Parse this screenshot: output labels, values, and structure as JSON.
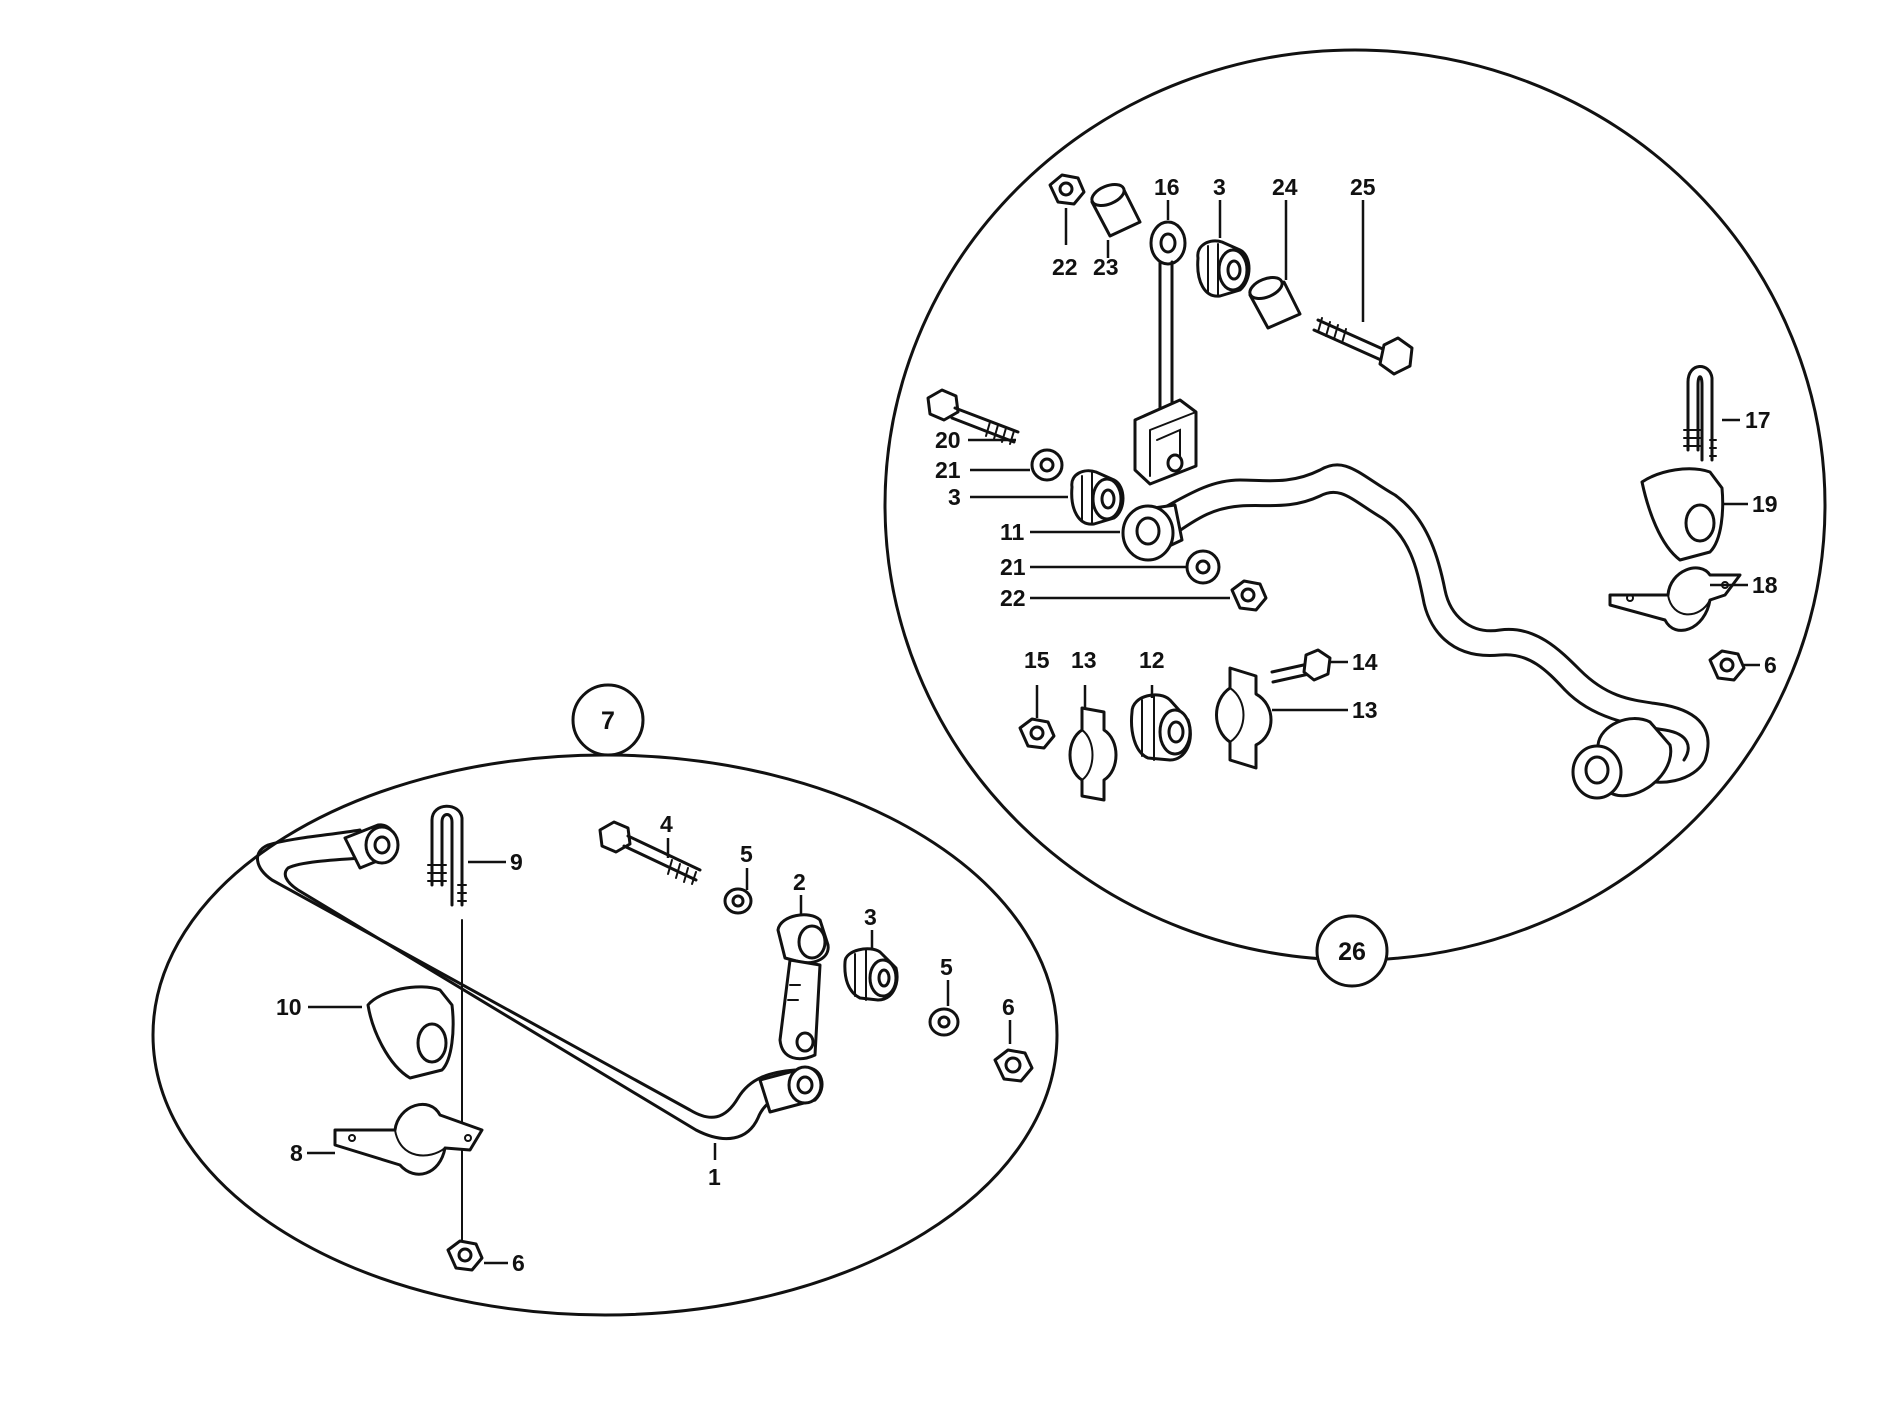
{
  "diagram": {
    "views": [
      {
        "id": "view-7",
        "badge": "7",
        "callouts": [
          "1",
          "2",
          "3",
          "4",
          "5",
          "5",
          "6",
          "6",
          "8",
          "9",
          "10"
        ]
      },
      {
        "id": "view-26",
        "badge": "26",
        "callouts": [
          "3",
          "3",
          "6",
          "11",
          "12",
          "13",
          "13",
          "14",
          "15",
          "16",
          "17",
          "18",
          "19",
          "20",
          "21",
          "21",
          "22",
          "22",
          "23",
          "24",
          "25"
        ]
      }
    ]
  }
}
